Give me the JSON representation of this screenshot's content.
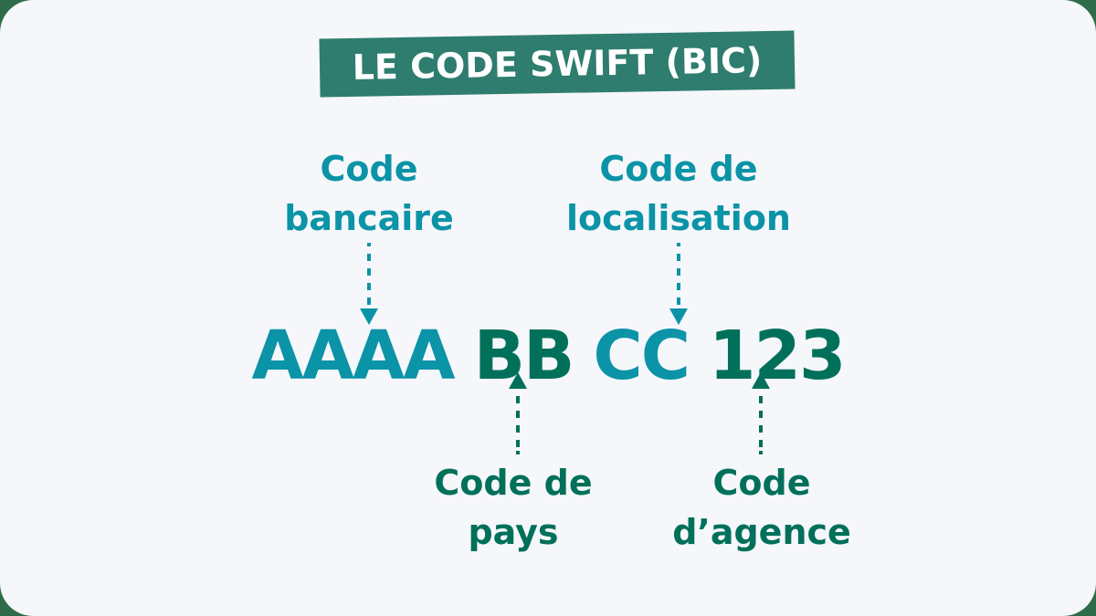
{
  "title": "LE CODE SWIFT (BIC)",
  "colors": {
    "teal": "#0b93a7",
    "green": "#00705a",
    "banner": "#2e7d6e",
    "background": "#f5f7fa",
    "frame": "#2e6b4a"
  },
  "code": {
    "bank": "AAAA",
    "country": "BB",
    "location": "CC",
    "branch": "123"
  },
  "labels": {
    "bank": {
      "line1": "Code",
      "line2": "bancaire"
    },
    "location": {
      "line1": "Code de",
      "line2": "localisation"
    },
    "country": {
      "line1": "Code de",
      "line2": "pays"
    },
    "branch": {
      "line1": "Code",
      "line2": "d’agence"
    }
  },
  "arrows": {
    "bank": "down-arrow",
    "location": "down-arrow",
    "country": "up-arrow",
    "branch": "up-arrow"
  }
}
